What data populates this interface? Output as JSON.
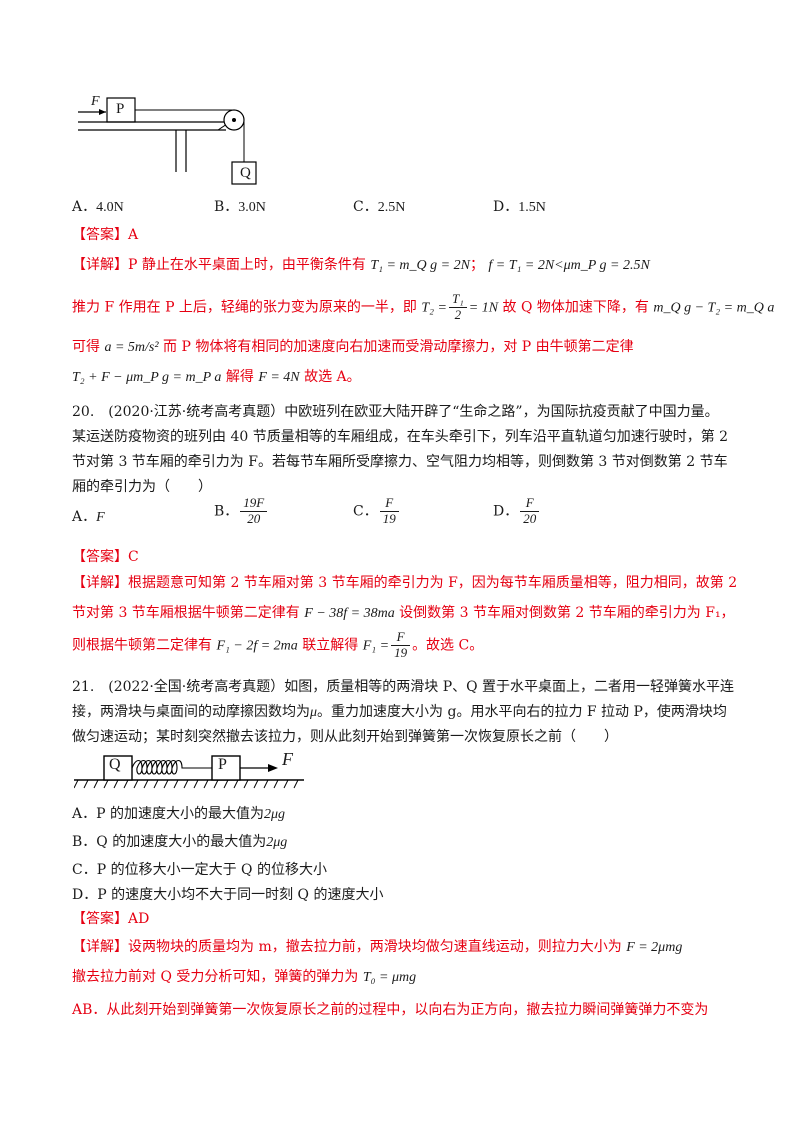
{
  "fig1": {
    "force_label": "F",
    "block_p": "P",
    "block_q": "Q"
  },
  "q19_options": [
    {
      "letter": "A．",
      "value": "4.0N"
    },
    {
      "letter": "B．",
      "value": "3.0N"
    },
    {
      "letter": "C．",
      "value": "2.5N"
    },
    {
      "letter": "D．",
      "value": "1.5N"
    }
  ],
  "q19_answer": "【答案】A",
  "q19_detail": {
    "l1_tag": "【详解】",
    "l1_a": "P 静止在水平桌面上时，由平衡条件有",
    "l1_eq1": "T₁ = m_Q g = 2N",
    "l1_sep": "；",
    "l1_eq2": "f = T₁ = 2N<μm_P g = 2.5N",
    "l2_a": "推力 F 作用在 P 上后，轻绳的张力变为原来的一半，即",
    "l2_eq_lhs": "T₂ =",
    "l2_eq_num": "T₁",
    "l2_eq_den": "2",
    "l2_eq_rhs": "= 1N",
    "l2_b": "故 Q 物体加速下降，有",
    "l2_eq2": "m_Q g − T₂ = m_Q a",
    "l3_a": "可得",
    "l3_eq": "a = 5m/s²",
    "l3_b": "而 P 物体将有相同的加速度向右加速而受滑动摩擦力，对 P 由牛顿第二定律",
    "l4_eq": "T₂ + F − μm_P g = m_P a",
    "l4_a": "解得",
    "l4_eq2": "F = 4N",
    "l4_b": "故选 A。"
  },
  "q20": {
    "l1": "20.　(2020·江苏·统考高考真题）中欧班列在欧亚大陆开辟了“生命之路”，为国际抗疫贡献了中国力量。",
    "l2": "某运送防疫物资的班列由 40 节质量相等的车厢组成，在车头牵引下，列车沿平直轨道匀加速行驶时，第 2",
    "l3": "节对第 3 节车厢的牵引力为 F。若每节车厢所受摩擦力、空气阻力均相等，则倒数第 3 节对倒数第 2 节车",
    "l4": "厢的牵引力为（　　）",
    "options": [
      {
        "letter": "A．",
        "plain": "F"
      },
      {
        "letter": "B．",
        "num": "19F",
        "den": "20"
      },
      {
        "letter": "C．",
        "num": "F",
        "den": "19"
      },
      {
        "letter": "D．",
        "num": "F",
        "den": "20"
      }
    ],
    "answer": "【答案】C",
    "d1_tag": "【详解】",
    "d1": "根据题意可知第 2 节车厢对第 3 节车厢的牵引力为 F，因为每节车厢质量相等，阻力相同，故第 2",
    "d2_a": "节对第 3 节车厢根据牛顿第二定律有",
    "d2_eq": "F − 38f = 38ma",
    "d2_b": "设倒数第 3 节车厢对倒数第 2 节车厢的牵引力为 F₁，",
    "d3_a": "则根据牛顿第二定律有",
    "d3_eq": "F₁ − 2f = 2ma",
    "d3_b": "联立解得",
    "d3_eq2_lhs": "F₁ =",
    "d3_eq2_num": "F",
    "d3_eq2_den": "19",
    "d3_c": "。故选 C。"
  },
  "q21": {
    "l1": "21.　(2022·全国·统考高考真题）如图，质量相等的两滑块 P、Q 置于水平桌面上，二者用一轻弹簧水平连",
    "l2_a": "接，两滑块与桌面间的动摩擦因数均为",
    "l2_mu": "μ",
    "l2_b": "。重力加速度大小为 g。用水平向右的拉力 F 拉动 P，使两滑块均",
    "l3": "做匀速运动；某时刻突然撤去该拉力，则从此刻开始到弹簧第一次恢复原长之前（　　）",
    "fig": {
      "block_q": "Q",
      "block_p": "P",
      "force": "F"
    },
    "optA_a": "A．P 的加速度大小的最大值为",
    "optA_eq": "2μg",
    "optB_a": "B．Q 的加速度大小的最大值为",
    "optB_eq": "2μg",
    "optC": "C．P 的位移大小一定大于 Q 的位移大小",
    "optD": "D．P 的速度大小均不大于同一时刻 Q 的速度大小",
    "answer": "【答案】AD",
    "d1_tag": "【详解】",
    "d1_a": "设两物块的质量均为 m，撤去拉力前，两滑块均做匀速直线运动，则拉力大小为",
    "d1_eq": "F = 2μmg",
    "d2_a": "撤去拉力前对 Q 受力分析可知，弹簧的弹力为",
    "d2_eq": "T₀ = μmg",
    "d3": "AB．从此刻开始到弹簧第一次恢复原长之前的过程中，以向右为正方向，撤去拉力瞬间弹簧弹力不变为"
  }
}
